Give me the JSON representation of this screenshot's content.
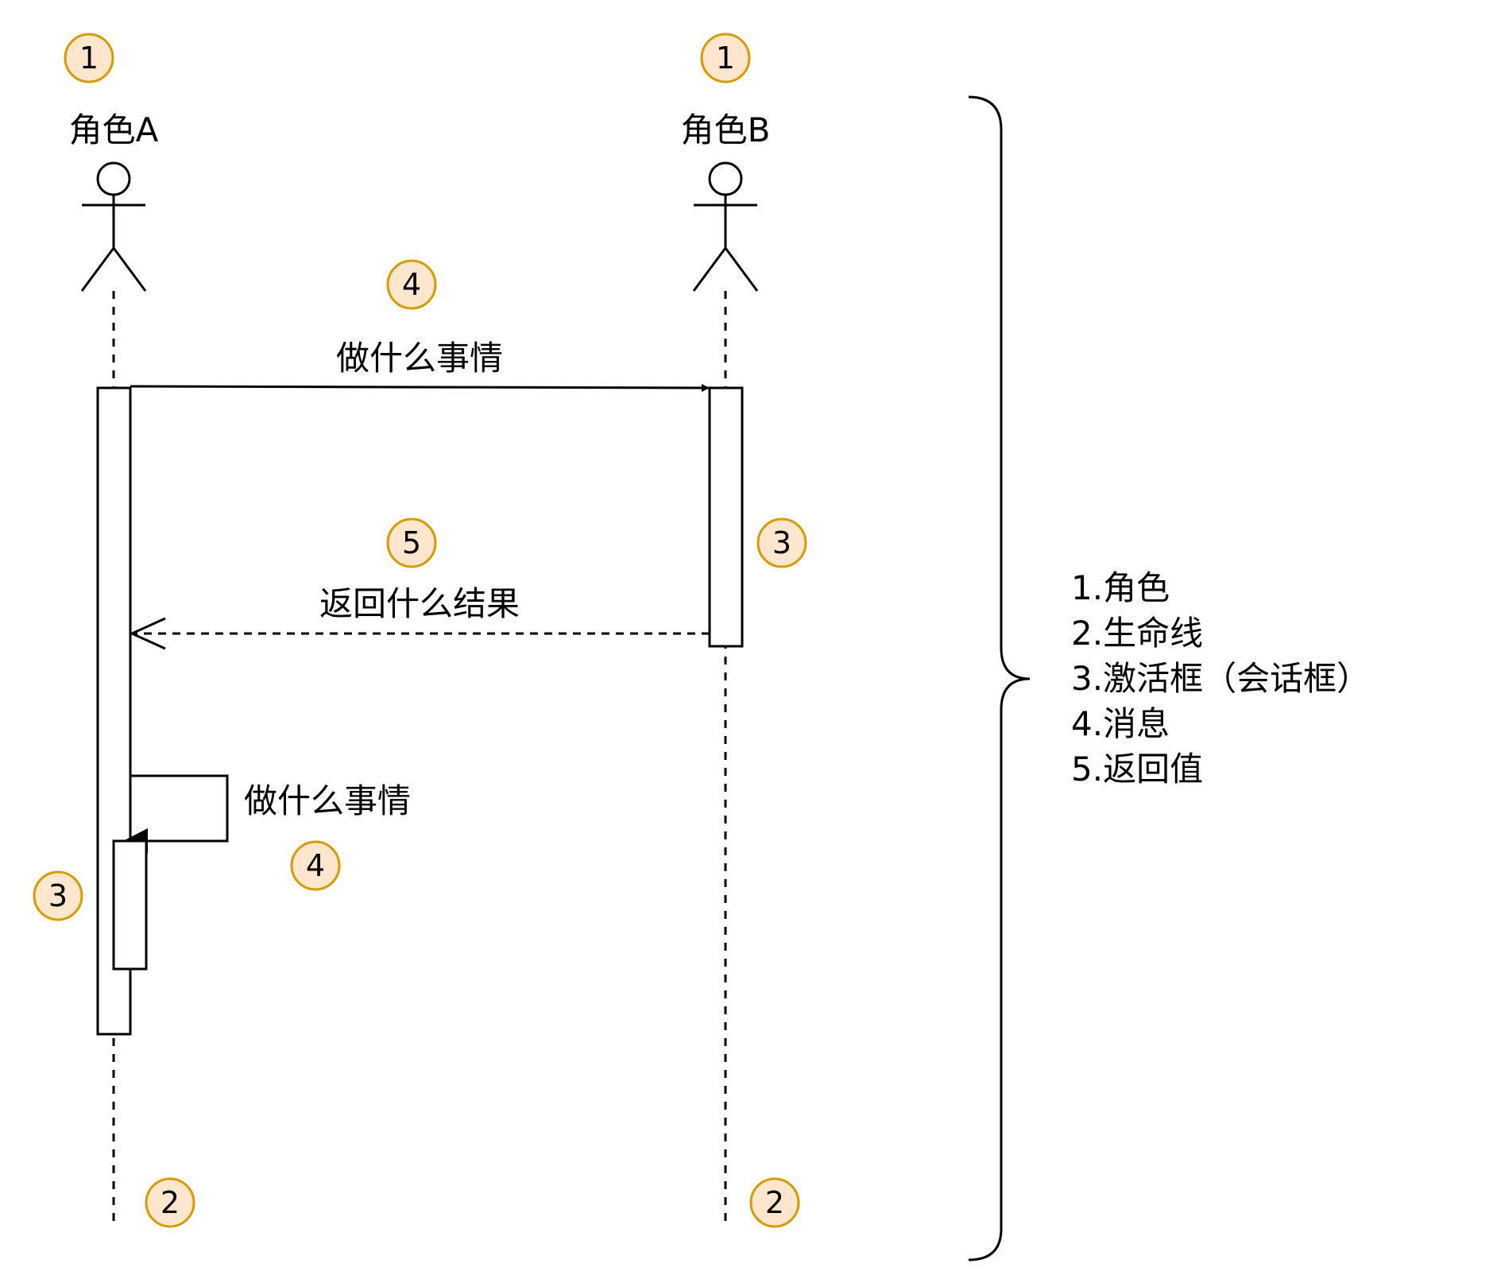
{
  "colors": {
    "badge_fill": "#ffe6cc",
    "badge_stroke": "#d79b00",
    "line": "#000000",
    "background": "#ffffff"
  },
  "actors": [
    {
      "label": "角色A",
      "badge": "1"
    },
    {
      "label": "角色B",
      "badge": "1"
    }
  ],
  "messages": {
    "call_ab": {
      "label": "做什么事情",
      "badge": "4"
    },
    "return_ba": {
      "label": "返回什么结果",
      "badge": "5"
    },
    "self_call": {
      "label": "做什么事情",
      "badge": "4"
    }
  },
  "badges": {
    "activation_b": "3",
    "activation_a_nested": "3",
    "lifeline_a": "2",
    "lifeline_b": "2"
  },
  "legend": {
    "items": [
      "1.角色",
      "2.生命线",
      "3.激活框（会话框）",
      "4.消息",
      "5.返回值"
    ]
  }
}
